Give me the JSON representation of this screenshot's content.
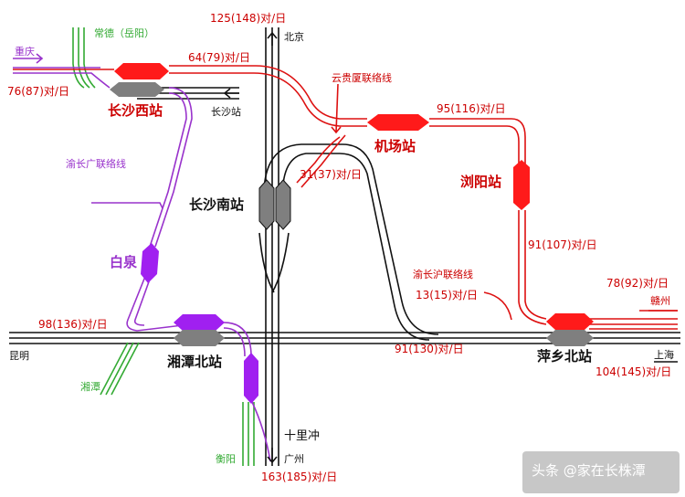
{
  "stations": {
    "changsha_west": "长沙西站",
    "changsha_south": "长沙南站",
    "airport": "机场站",
    "liuyang": "浏阳站",
    "baiquan": "白泉",
    "xiangtan_north": "湘潭北站",
    "pingxiang_north": "萍乡北站",
    "changsha": "长沙站",
    "shilichong": "十里冲"
  },
  "destinations": {
    "chongqing": "重庆",
    "changde": "常德（岳阳）",
    "beijing": "北京",
    "kunming": "昆明",
    "xiangtan": "湘潭",
    "hengyang": "衡阳",
    "guangzhou": "广州",
    "shanghai": "上海",
    "ganzhou": "赣州"
  },
  "lines": {
    "yunguixia": "云贵厦联络线",
    "yuchangguang": "渝长广联络线",
    "yuchanghu": "渝长沪联络线"
  },
  "flows": {
    "north": "125(148)对/日",
    "west_to_changsha": "64(79)对/日",
    "chongqing": "76(87)对/日",
    "airport_east": "95(116)对/日",
    "south_station": "31(37)对/日",
    "liuyang_south": "91(107)对/日",
    "ganzhou": "78(92)对/日",
    "link_yuchanghu": "13(15)对/日",
    "kunming": "98(136)对/日",
    "pingxiang_west": "91(130)对/日",
    "shanghai": "104(145)对/日",
    "guangzhou": "163(185)对/日"
  },
  "watermark": "头条 @家在长株潭",
  "colors": {
    "high_speed": "#dd1111",
    "link_line": "#9933cc",
    "existing": "#111111",
    "regional": "#33aa33",
    "node_red": "#ff1a1a",
    "node_gray": "#7f7f7f",
    "node_purple": "#a020f0"
  }
}
